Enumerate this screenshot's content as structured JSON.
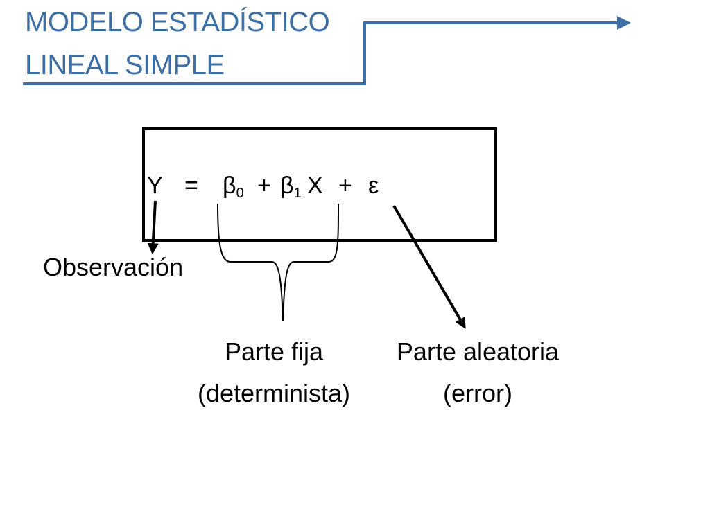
{
  "title": {
    "line1": "MODELO ESTADÍSTICO",
    "line2": "LINEAL SIMPLE"
  },
  "equation": {
    "y": "Y",
    "equals": "=",
    "beta": "β",
    "beta0_sub": "0",
    "plus": "+",
    "beta1_sub": "1",
    "x": "X",
    "epsilon": "ε"
  },
  "labels": {
    "observation": "Observación",
    "fixed_part_line1": "Parte fija",
    "fixed_part_line2": "(determinista)",
    "random_part_line1": "Parte aleatoria",
    "random_part_line2": "(error)"
  },
  "colors": {
    "accent": "#3d6fa5",
    "ink": "#000000"
  }
}
